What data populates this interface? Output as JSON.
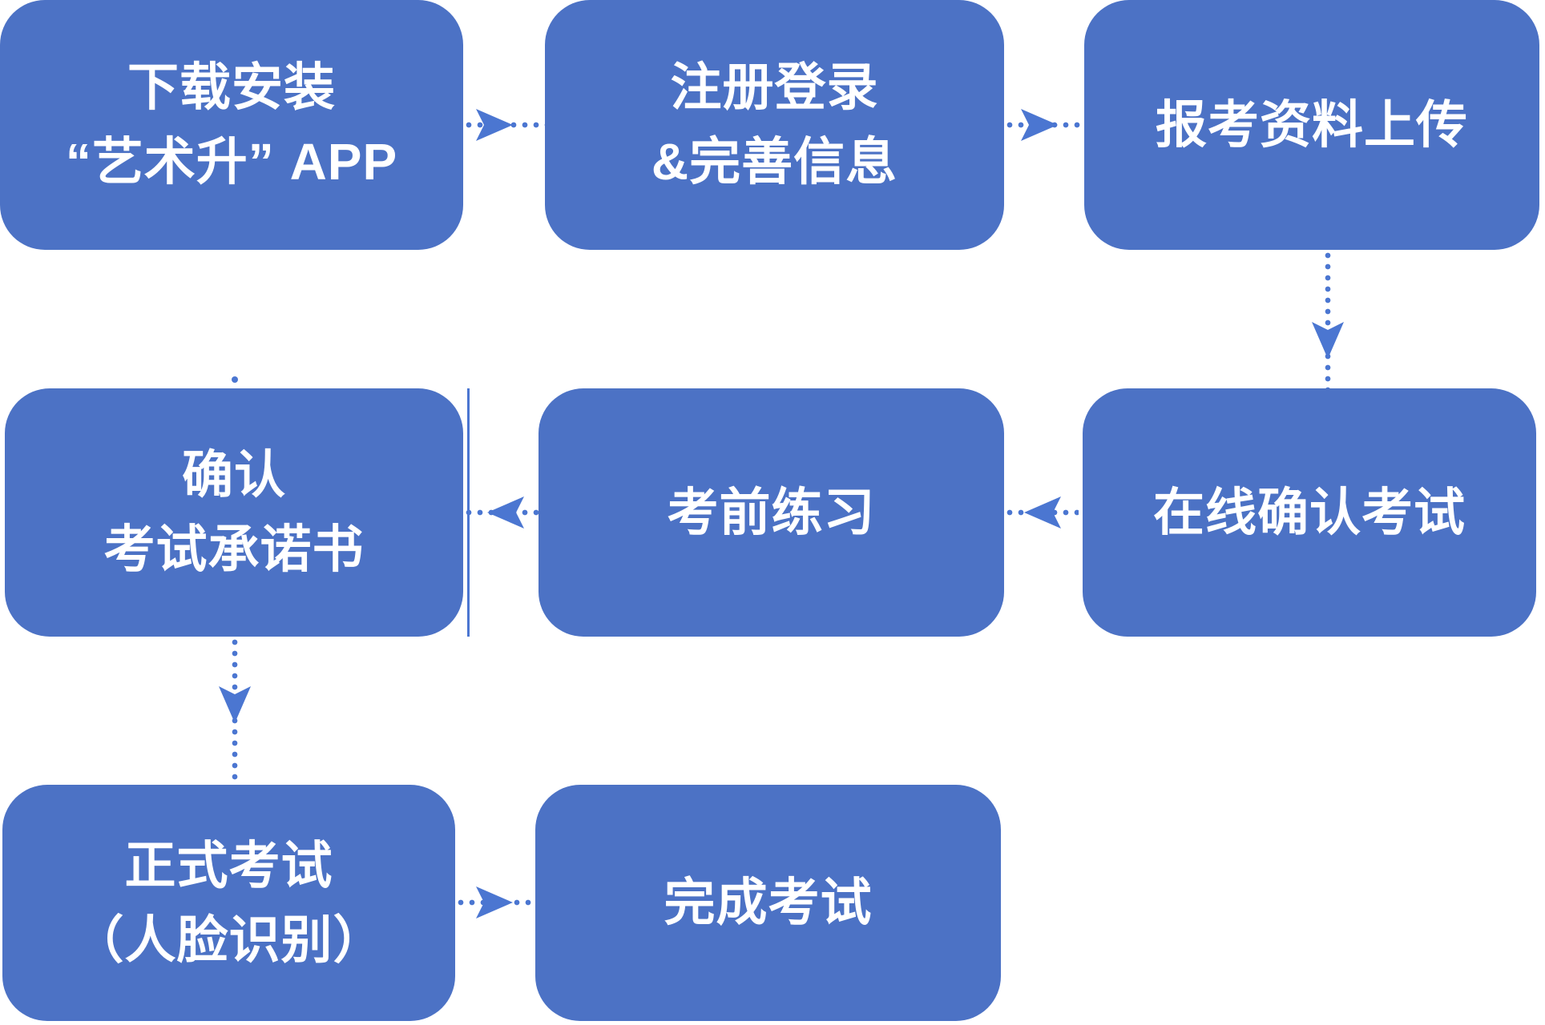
{
  "colors": {
    "box_fill": "#4C72C5",
    "connector": "#4B76D1",
    "text": "#FFFFFF",
    "background": "#FFFFFF"
  },
  "boxes": [
    {
      "id": "download-install-app",
      "lines": [
        "下载安装",
        "“艺术升” APP"
      ]
    },
    {
      "id": "register-login",
      "lines": [
        "注册登录",
        "&完善信息"
      ]
    },
    {
      "id": "upload-materials",
      "lines": [
        "报考资料上传"
      ]
    },
    {
      "id": "confirm-commitment",
      "lines": [
        "确认",
        "考试承诺书"
      ]
    },
    {
      "id": "pre-exam-practice",
      "lines": [
        "考前练习"
      ]
    },
    {
      "id": "online-confirm-exam",
      "lines": [
        "在线确认考试"
      ]
    },
    {
      "id": "formal-exam",
      "lines": [
        "正式考试",
        "（人脸识别）"
      ]
    },
    {
      "id": "finish-exam",
      "lines": [
        "完成考试"
      ]
    }
  ],
  "connectors": [
    {
      "from": "download-install-app",
      "to": "register-login",
      "direction": "right"
    },
    {
      "from": "register-login",
      "to": "upload-materials",
      "direction": "right"
    },
    {
      "from": "upload-materials",
      "to": "online-confirm-exam",
      "direction": "down"
    },
    {
      "from": "online-confirm-exam",
      "to": "pre-exam-practice",
      "direction": "left"
    },
    {
      "from": "pre-exam-practice",
      "to": "confirm-commitment",
      "direction": "left"
    },
    {
      "from": "confirm-commitment",
      "to": "formal-exam",
      "direction": "down"
    },
    {
      "from": "formal-exam",
      "to": "finish-exam",
      "direction": "right"
    }
  ]
}
